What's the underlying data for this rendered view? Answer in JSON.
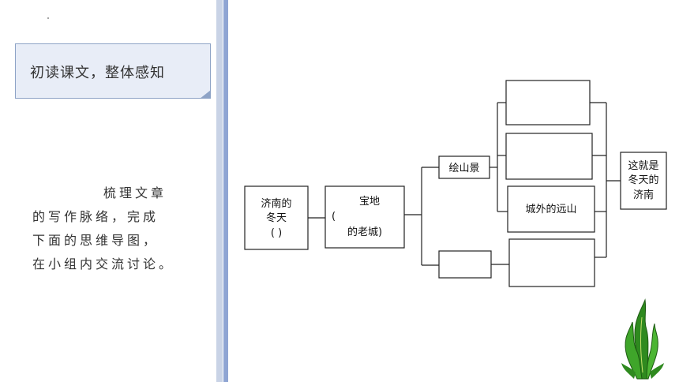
{
  "slide": {
    "section_title": "初读课文，整体感知",
    "instruction_lines": [
      "梳理文章",
      "的写作脉络，完成",
      "下面的思维导图，",
      "在小组内交流讨论。"
    ]
  },
  "mindmap": {
    "root": {
      "line1": "济南的",
      "line2": "冬天",
      "line3": "(          )"
    },
    "second": {
      "line1": "宝地",
      "line2": "(",
      "line3": "的老城)"
    },
    "branch_upper": "绘山景",
    "box_distant_mountains": "城外的远山",
    "conclusion": {
      "line1": "这就是",
      "line2": "冬天的",
      "line3": "济南"
    }
  },
  "decoration": {
    "plant_icon": "seaweed-plant-icon"
  }
}
